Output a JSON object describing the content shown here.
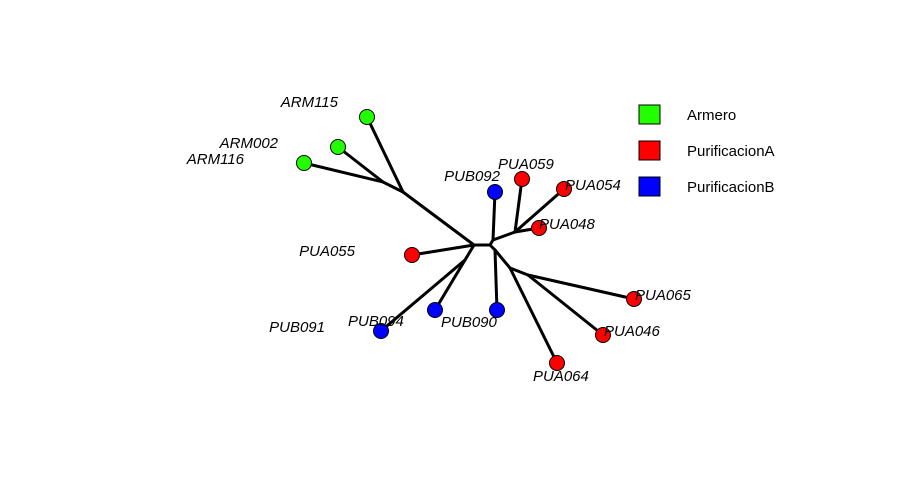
{
  "groups": [
    {
      "id": "armero",
      "label": "Armero",
      "color": "#22ff00"
    },
    {
      "id": "purA",
      "label": "PurificacionA",
      "color": "#ff0000"
    },
    {
      "id": "purB",
      "label": "PurificacionB",
      "color": "#0000ff"
    }
  ],
  "tips": [
    {
      "id": "ARM115",
      "label": "ARM115",
      "group": "armero"
    },
    {
      "id": "ARM002",
      "label": "ARM002",
      "group": "armero"
    },
    {
      "id": "ARM116",
      "label": "ARM116",
      "group": "armero"
    },
    {
      "id": "PUB092",
      "label": "PUB092",
      "group": "purB"
    },
    {
      "id": "PUA059",
      "label": "PUA059",
      "group": "purA"
    },
    {
      "id": "PUA054",
      "label": "PUA054",
      "group": "purA"
    },
    {
      "id": "PUA048",
      "label": "PUA048",
      "group": "purA"
    },
    {
      "id": "PUA055",
      "label": "PUA055",
      "group": "purA"
    },
    {
      "id": "PUB091",
      "label": "PUB091",
      "group": "purB"
    },
    {
      "id": "PUB094",
      "label": "PUB094",
      "group": "purB"
    },
    {
      "id": "PUB090",
      "label": "PUB090",
      "group": "purB"
    },
    {
      "id": "PUA065",
      "label": "PUA065",
      "group": "purA"
    },
    {
      "id": "PUA046",
      "label": "PUA046",
      "group": "purA"
    },
    {
      "id": "PUA064",
      "label": "PUA064",
      "group": "purA"
    }
  ]
}
